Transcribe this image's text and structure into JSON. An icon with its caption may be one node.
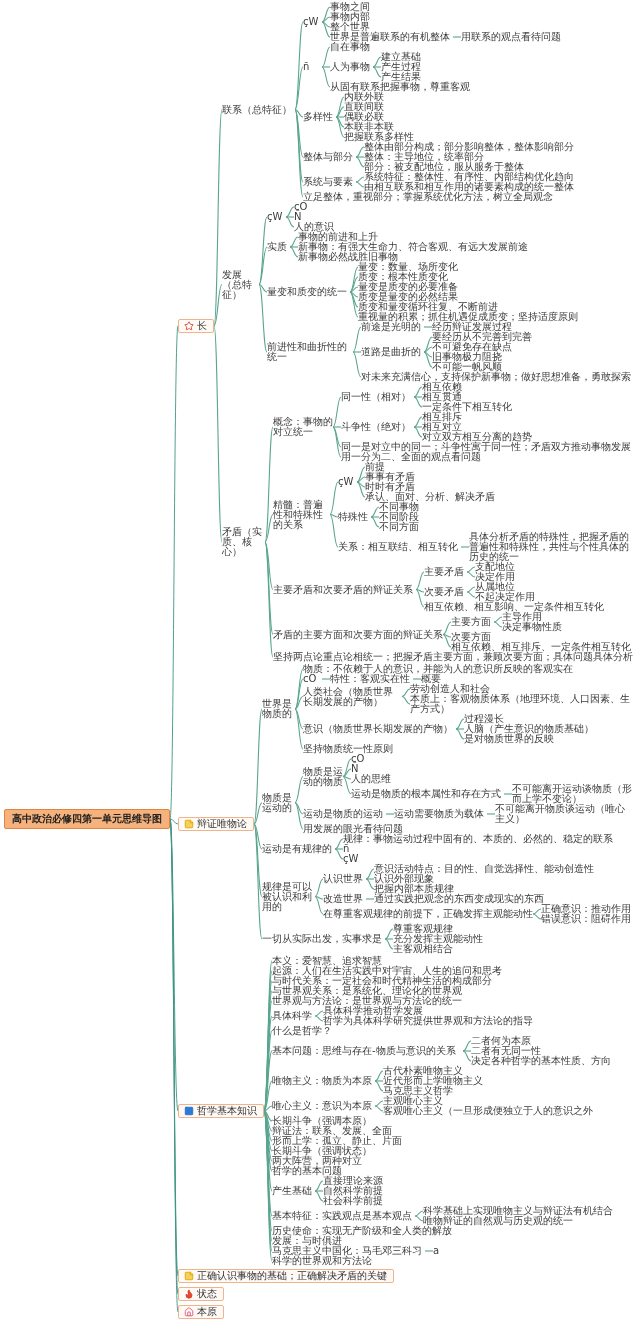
{
  "diagram": {
    "nodes": [
      {
        "text": [
          "高中政治必修四第一单元思维导图"
        ]
      },
      {
        "text": [
          "长"
        ]
      },
      {
        "text": [
          "联系（总特征）"
        ]
      },
      {
        "text": [
          "çW"
        ]
      },
      {
        "text": [
          "事物之间"
        ]
      },
      {
        "text": [
          "事物内部"
        ]
      },
      {
        "text": [
          "整个世界"
        ]
      },
      {
        "text": [
          "世界是普遍联系的有机整体"
        ]
      },
      {
        "text": [
          "用联系的观点看待问题"
        ]
      },
      {
        "text": [
          "ñ"
        ]
      },
      {
        "text": [
          "自在事物"
        ]
      },
      {
        "text": [
          "人为事物"
        ]
      },
      {
        "text": [
          "建立基础"
        ]
      },
      {
        "text": [
          "产生过程"
        ]
      },
      {
        "text": [
          "产生结果"
        ]
      },
      {
        "text": [
          "从固有联系把握事物，尊重客观"
        ]
      },
      {
        "text": [
          "多样性"
        ]
      },
      {
        "text": [
          "内联外联"
        ]
      },
      {
        "text": [
          "直联间联"
        ]
      },
      {
        "text": [
          "偶联必联"
        ]
      },
      {
        "text": [
          "本联非本联"
        ]
      },
      {
        "text": [
          "把握联系多样性"
        ]
      },
      {
        "text": [
          "整体与部分"
        ]
      },
      {
        "text": [
          "整体由部分构成；部分影响整体，整体影响部分"
        ]
      },
      {
        "text": [
          "整体：主导地位，统率部分"
        ]
      },
      {
        "text": [
          "部分：被支配地位，服从服务于整体"
        ]
      },
      {
        "text": [
          "系统与要素"
        ]
      },
      {
        "text": [
          "系统特征：整体性、有序性、内部结构优化趋向"
        ]
      },
      {
        "text": [
          "由相互联系和相互作用的诸要素构成的统一整体"
        ]
      },
      {
        "text": [
          "立足整体，重视部分；掌握系统优化方法，树立全局观念"
        ]
      },
      {
        "text": [
          "发展（总特征）"
        ]
      },
      {
        "text": [
          "çW"
        ]
      },
      {
        "text": [
          "cO"
        ]
      },
      {
        "text": [
          "Ñ"
        ]
      },
      {
        "text": [
          "人的意识"
        ]
      },
      {
        "text": [
          "实质"
        ]
      },
      {
        "text": [
          "事物的前进和上升"
        ]
      },
      {
        "text": [
          "新事物：有强大生命力、符合客观、有远大发展前途"
        ]
      },
      {
        "text": [
          "新事物必然战胜旧事物"
        ]
      },
      {
        "text": [
          "量变和质变的统一"
        ]
      },
      {
        "text": [
          "量变：数量、场所变化"
        ]
      },
      {
        "text": [
          "质变：根本性质变化"
        ]
      },
      {
        "text": [
          "量变是质变的必要准备"
        ]
      },
      {
        "text": [
          "质变是量变的必然结果"
        ]
      },
      {
        "text": [
          "质变和量变循环往复、不断前进"
        ]
      },
      {
        "text": [
          "重视量的积累；抓住机遇促成质变；坚持适度原则"
        ]
      },
      {
        "text": [
          "前进性和曲折性的统一"
        ]
      },
      {
        "text": [
          "前途是光明的"
        ]
      },
      {
        "text": [
          "经历辩证发展过程"
        ]
      },
      {
        "text": [
          "道路是曲折的"
        ]
      },
      {
        "text": [
          "要经历从不完善到完善"
        ]
      },
      {
        "text": [
          "不可避免存在缺点"
        ]
      },
      {
        "text": [
          "旧事物极力阻挠"
        ]
      },
      {
        "text": [
          "不可能一帆风顺"
        ]
      },
      {
        "text": [
          "对未来充满信心，支持保护新事物；做好思想准备，勇敢探索"
        ]
      },
      {
        "text": [
          "矛盾（实质、核心）"
        ]
      },
      {
        "text": [
          "概念：事物的对立统一"
        ]
      },
      {
        "text": [
          "同一性（相对）"
        ]
      },
      {
        "text": [
          "相互依赖"
        ]
      },
      {
        "text": [
          "相互贯通"
        ]
      },
      {
        "text": [
          "一定条件下相互转化"
        ]
      },
      {
        "text": [
          "斗争性（绝对）"
        ]
      },
      {
        "text": [
          "相互排斥"
        ]
      },
      {
        "text": [
          "相互对立"
        ]
      },
      {
        "text": [
          "对立双方相互分离的趋势"
        ]
      },
      {
        "text": [
          "同一是对立中的同一；斗争性寓于同一性；矛盾双方推动事物发展"
        ]
      },
      {
        "text": [
          "用一分为二、全面的观点看问题"
        ]
      },
      {
        "text": [
          "精髓：普遍性和特殊性的关系"
        ]
      },
      {
        "text": [
          "çW"
        ]
      },
      {
        "text": [
          "前提"
        ]
      },
      {
        "text": [
          "事事有矛盾"
        ]
      },
      {
        "text": [
          "时时有矛盾"
        ]
      },
      {
        "text": [
          "承认、面对、分析、解决矛盾"
        ]
      },
      {
        "text": [
          "特殊性"
        ]
      },
      {
        "text": [
          "不同事物"
        ]
      },
      {
        "text": [
          "不同阶段"
        ]
      },
      {
        "text": [
          "不同方面"
        ]
      },
      {
        "text": [
          "关系：相互联结、相互转化"
        ]
      },
      {
        "text": [
          "具体分析矛盾的特殊性，把握矛盾的普遍性和特殊性，共性与个性具体的历史的统一"
        ]
      },
      {
        "text": [
          "主要矛盾和次要矛盾的辩证关系"
        ]
      },
      {
        "text": [
          "主要矛盾"
        ]
      },
      {
        "text": [
          "支配地位"
        ]
      },
      {
        "text": [
          "决定作用"
        ]
      },
      {
        "text": [
          "次要矛盾"
        ]
      },
      {
        "text": [
          "从属地位"
        ]
      },
      {
        "text": [
          "不起决定作用"
        ]
      },
      {
        "text": [
          "相互依赖、相互影响、一定条件相互转化"
        ]
      },
      {
        "text": [
          "矛盾的主要方面和次要方面的辩证关系"
        ]
      },
      {
        "text": [
          "主要方面"
        ]
      },
      {
        "text": [
          "主导作用"
        ]
      },
      {
        "text": [
          "决定事物性质"
        ]
      },
      {
        "text": [
          "次要方面"
        ]
      },
      {
        "text": [
          "相互依赖、相互排斥、一定条件相互转化"
        ]
      },
      {
        "text": [
          "坚持两点论重点论相统一；把握矛盾主要方面，兼顾次要方面；具体问题具体分析"
        ]
      },
      {
        "text": [
          "辩证唯物论"
        ]
      },
      {
        "text": [
          "世界是物质的"
        ]
      },
      {
        "text": [
          "物质：不依赖于人的意识，并能为人的意识所反映的客观实在"
        ]
      },
      {
        "text": [
          "cO"
        ]
      },
      {
        "text": [
          "特性：客观实在性"
        ]
      },
      {
        "text": [
          "概要"
        ]
      },
      {
        "text": [
          "人类社会（物质世界长期发展的产物）"
        ]
      },
      {
        "text": [
          "劳动创造人和社会"
        ]
      },
      {
        "text": [
          "本质上：客观物质体系（地理环境、人口因素、生产方式）"
        ]
      },
      {
        "text": [
          "意识（物质世界长期发展的产物）"
        ]
      },
      {
        "text": [
          "过程漫长"
        ]
      },
      {
        "text": [
          "人脑（产生意识的物质基础）"
        ]
      },
      {
        "text": [
          "是对物质世界的反映"
        ]
      },
      {
        "text": [
          "坚持物质统一性原则"
        ]
      },
      {
        "text": [
          "物质是运动的"
        ]
      },
      {
        "text": [
          "物质是运动的物质"
        ]
      },
      {
        "text": [
          "cO"
        ]
      },
      {
        "text": [
          "Ñ"
        ]
      },
      {
        "text": [
          "人的思维"
        ]
      },
      {
        "text": [
          "运动是物质的根本属性和存在方式"
        ]
      },
      {
        "text": [
          "不可能离开运动谈物质（形而上学不变论）"
        ]
      },
      {
        "text": [
          "运动是物质的运动"
        ]
      },
      {
        "text": [
          "运动需要物质为载体"
        ]
      },
      {
        "text": [
          "不可能离开物质谈运动（唯心主义）"
        ]
      },
      {
        "text": [
          "用发展的眼光看待问题"
        ]
      },
      {
        "text": [
          "运动是有规律的"
        ]
      },
      {
        "text": [
          "规律：事物运动过程中固有的、本质的、必然的、稳定的联系"
        ]
      },
      {
        "text": [
          "ñ"
        ]
      },
      {
        "text": [
          "çW"
        ]
      },
      {
        "text": [
          "规律是可以被认识和利用的"
        ]
      },
      {
        "text": [
          "认识世界"
        ]
      },
      {
        "text": [
          "意识活动特点：目的性、自觉选择性、能动创造性"
        ]
      },
      {
        "text": [
          "认识外部现象"
        ]
      },
      {
        "text": [
          "把握内部本质规律"
        ]
      },
      {
        "text": [
          "改造世界"
        ]
      },
      {
        "text": [
          "通过实践把观念的东西变成现实的东西"
        ]
      },
      {
        "text": [
          "在尊重客观规律的前提下，正确发挥主观能动性"
        ]
      },
      {
        "text": [
          "正确意识：推动作用"
        ]
      },
      {
        "text": [
          "错误意识：阻碍作用"
        ]
      },
      {
        "text": [
          "一切从实际出发，实事求是"
        ]
      },
      {
        "text": [
          "尊重客观规律"
        ]
      },
      {
        "text": [
          "充分发挥主观能动性"
        ]
      },
      {
        "text": [
          "主客观相结合"
        ]
      },
      {
        "text": [
          "哲学基本知识"
        ]
      },
      {
        "text": [
          "本义：爱智慧、追求智慧"
        ]
      },
      {
        "text": [
          "起源：人们在生活实践中对宇宙、人生的追问和思考"
        ]
      },
      {
        "text": [
          "与时代关系：一定社会和时代精神生活的构成部分"
        ]
      },
      {
        "text": [
          "与世界观关系：是系统化、理论化的世界观"
        ]
      },
      {
        "text": [
          "世界观与方法论：是世界观与方法论的统一"
        ]
      },
      {
        "text": [
          "具体科学"
        ]
      },
      {
        "text": [
          "具体科学推动哲学发展"
        ]
      },
      {
        "text": [
          "哲学为具体科学研究提供世界观和方法论的指导"
        ]
      },
      {
        "text": [
          "什么是哲学？"
        ]
      },
      {
        "text": [
          "基本问题：思维与存在-物质与意识的关系"
        ]
      },
      {
        "text": [
          "二者何为本原"
        ]
      },
      {
        "text": [
          "二者有无同一性"
        ]
      },
      {
        "text": [
          "决定各种哲学的基本性质、方向"
        ]
      },
      {
        "text": [
          "唯物主义：物质为本原"
        ]
      },
      {
        "text": [
          "古代朴素唯物主义"
        ]
      },
      {
        "text": [
          "近代形而上学唯物主义"
        ]
      },
      {
        "text": [
          "马克思主义哲学"
        ]
      },
      {
        "text": [
          "唯心主义：意识为本原"
        ]
      },
      {
        "text": [
          "主观唯心主义"
        ]
      },
      {
        "text": [
          "客观唯心主义（一旦形成便独立于人的意识之外"
        ]
      },
      {
        "text": [
          "长期斗争（强调本原）"
        ]
      },
      {
        "text": [
          "辩证法：联系、发展、全面"
        ]
      },
      {
        "text": [
          "形而上学：孤立、静止、片面"
        ]
      },
      {
        "text": [
          "长期斗争（强调状态）"
        ]
      },
      {
        "text": [
          "两大阵营，两种对立"
        ]
      },
      {
        "text": [
          "哲学的基本问题"
        ]
      },
      {
        "text": [
          "产生基础"
        ]
      },
      {
        "text": [
          "直接理论来源"
        ]
      },
      {
        "text": [
          "自然科学前提"
        ]
      },
      {
        "text": [
          "社会科学前提"
        ]
      },
      {
        "text": [
          "基本特征：实践观点是基本观点"
        ]
      },
      {
        "text": [
          "科学基础上实现唯物主义与辩证法有机结合"
        ]
      },
      {
        "text": [
          "唯物辩证的自然观与历史观的统一"
        ]
      },
      {
        "text": [
          "历史使命：实现无产阶级和全人类的解放"
        ]
      },
      {
        "text": [
          "发展：与时俱进"
        ]
      },
      {
        "text": [
          "马克思主义中国化：马毛邓三科习"
        ]
      },
      {
        "text": [
          "a"
        ]
      },
      {
        "text": [
          "科学的世界观和方法论"
        ]
      },
      {
        "text": [
          "正确认识事物的基础；正确解决矛盾的关键"
        ]
      },
      {
        "text": [
          "状态"
        ]
      },
      {
        "text": [
          "本原"
        ]
      }
    ],
    "edges": [
      {
        "from": 0,
        "to": 1,
        "arrow": "none"
      },
      {
        "from": 0,
        "to": 94,
        "arrow": "none"
      },
      {
        "from": 0,
        "to": 137,
        "arrow": "none"
      },
      {
        "from": 0,
        "to": 176,
        "arrow": "none"
      },
      {
        "from": 0,
        "to": 177,
        "arrow": "none"
      },
      {
        "from": 0,
        "to": 178,
        "arrow": "none"
      },
      {
        "from": 1,
        "to": 2,
        "arrow": "none"
      },
      {
        "from": 1,
        "to": 30,
        "arrow": "none"
      },
      {
        "from": 1,
        "to": 55,
        "arrow": "none"
      },
      {
        "from": 2,
        "to": 3,
        "arrow": "none"
      },
      {
        "from": 2,
        "to": 9,
        "arrow": "none"
      },
      {
        "from": 2,
        "to": 16,
        "arrow": "none"
      },
      {
        "from": 2,
        "to": 22,
        "arrow": "none"
      },
      {
        "from": 2,
        "to": 26,
        "arrow": "none"
      },
      {
        "from": 2,
        "to": 29,
        "arrow": "none"
      },
      {
        "from": 3,
        "to": 4,
        "arrow": "none"
      },
      {
        "from": 3,
        "to": 5,
        "arrow": "none"
      },
      {
        "from": 3,
        "to": 6,
        "arrow": "none"
      },
      {
        "from": 3,
        "to": 7,
        "arrow": "none"
      },
      {
        "from": 7,
        "to": 8,
        "arrow": "none"
      },
      {
        "from": 9,
        "to": 10,
        "arrow": "none"
      },
      {
        "from": 9,
        "to": 11,
        "arrow": "none"
      },
      {
        "from": 9,
        "to": 15,
        "arrow": "none"
      },
      {
        "from": 11,
        "to": 12,
        "arrow": "none"
      },
      {
        "from": 11,
        "to": 13,
        "arrow": "none"
      },
      {
        "from": 11,
        "to": 14,
        "arrow": "none"
      },
      {
        "from": 16,
        "to": 17,
        "arrow": "none"
      },
      {
        "from": 16,
        "to": 18,
        "arrow": "none"
      },
      {
        "from": 16,
        "to": 19,
        "arrow": "none"
      },
      {
        "from": 16,
        "to": 20,
        "arrow": "none"
      },
      {
        "from": 16,
        "to": 21,
        "arrow": "none"
      },
      {
        "from": 22,
        "to": 23,
        "arrow": "none"
      },
      {
        "from": 22,
        "to": 24,
        "arrow": "none"
      },
      {
        "from": 22,
        "to": 25,
        "arrow": "none"
      },
      {
        "from": 26,
        "to": 27,
        "arrow": "none"
      },
      {
        "from": 26,
        "to": 28,
        "arrow": "none"
      },
      {
        "from": 30,
        "to": 31,
        "arrow": "none"
      },
      {
        "from": 30,
        "to": 35,
        "arrow": "none"
      },
      {
        "from": 30,
        "to": 39,
        "arrow": "none"
      },
      {
        "from": 30,
        "to": 46,
        "arrow": "none"
      },
      {
        "from": 31,
        "to": 32,
        "arrow": "none"
      },
      {
        "from": 31,
        "to": 33,
        "arrow": "none"
      },
      {
        "from": 31,
        "to": 34,
        "arrow": "none"
      },
      {
        "from": 35,
        "to": 36,
        "arrow": "none"
      },
      {
        "from": 35,
        "to": 37,
        "arrow": "none"
      },
      {
        "from": 35,
        "to": 38,
        "arrow": "none"
      },
      {
        "from": 39,
        "to": 40,
        "arrow": "none"
      },
      {
        "from": 39,
        "to": 41,
        "arrow": "none"
      },
      {
        "from": 39,
        "to": 42,
        "arrow": "none"
      },
      {
        "from": 39,
        "to": 43,
        "arrow": "none"
      },
      {
        "from": 39,
        "to": 44,
        "arrow": "none"
      },
      {
        "from": 39,
        "to": 45,
        "arrow": "none"
      },
      {
        "from": 46,
        "to": 47,
        "arrow": "none"
      },
      {
        "from": 46,
        "to": 49,
        "arrow": "none"
      },
      {
        "from": 46,
        "to": 54,
        "arrow": "none"
      },
      {
        "from": 47,
        "to": 48,
        "arrow": "none"
      },
      {
        "from": 49,
        "to": 50,
        "arrow": "none"
      },
      {
        "from": 49,
        "to": 51,
        "arrow": "none"
      },
      {
        "from": 49,
        "to": 52,
        "arrow": "none"
      },
      {
        "from": 49,
        "to": 53,
        "arrow": "none"
      },
      {
        "from": 55,
        "to": 56,
        "arrow": "none"
      },
      {
        "from": 55,
        "to": 67,
        "arrow": "none"
      },
      {
        "from": 55,
        "to": 79,
        "arrow": "none"
      },
      {
        "from": 55,
        "to": 87,
        "arrow": "none"
      },
      {
        "from": 55,
        "to": 93,
        "arrow": "none"
      },
      {
        "from": 56,
        "to": 57,
        "arrow": "none"
      },
      {
        "from": 56,
        "to": 61,
        "arrow": "none"
      },
      {
        "from": 56,
        "to": 65,
        "arrow": "none"
      },
      {
        "from": 56,
        "to": 66,
        "arrow": "none"
      },
      {
        "from": 57,
        "to": 58,
        "arrow": "none"
      },
      {
        "from": 57,
        "to": 59,
        "arrow": "none"
      },
      {
        "from": 57,
        "to": 60,
        "arrow": "none"
      },
      {
        "from": 61,
        "to": 62,
        "arrow": "none"
      },
      {
        "from": 61,
        "to": 63,
        "arrow": "none"
      },
      {
        "from": 61,
        "to": 64,
        "arrow": "none"
      },
      {
        "from": 67,
        "to": 68,
        "arrow": "none"
      },
      {
        "from": 67,
        "to": 73,
        "arrow": "none"
      },
      {
        "from": 67,
        "to": 77,
        "arrow": "none"
      },
      {
        "from": 68,
        "to": 69,
        "arrow": "none"
      },
      {
        "from": 68,
        "to": 70,
        "arrow": "none"
      },
      {
        "from": 68,
        "to": 71,
        "arrow": "none"
      },
      {
        "from": 68,
        "to": 72,
        "arrow": "none"
      },
      {
        "from": 73,
        "to": 74,
        "arrow": "none"
      },
      {
        "from": 73,
        "to": 75,
        "arrow": "none"
      },
      {
        "from": 73,
        "to": 76,
        "arrow": "none"
      },
      {
        "from": 77,
        "to": 78,
        "arrow": "none"
      },
      {
        "from": 79,
        "to": 80,
        "arrow": "none"
      },
      {
        "from": 79,
        "to": 83,
        "arrow": "none"
      },
      {
        "from": 79,
        "to": 86,
        "arrow": "none"
      },
      {
        "from": 80,
        "to": 81,
        "arrow": "none"
      },
      {
        "from": 80,
        "to": 82,
        "arrow": "none"
      },
      {
        "from": 83,
        "to": 84,
        "arrow": "none"
      },
      {
        "from": 83,
        "to": 85,
        "arrow": "none"
      },
      {
        "from": 87,
        "to": 88,
        "arrow": "none"
      },
      {
        "from": 87,
        "to": 91,
        "arrow": "none"
      },
      {
        "from": 87,
        "to": 92,
        "arrow": "none"
      },
      {
        "from": 88,
        "to": 89,
        "arrow": "none"
      },
      {
        "from": 88,
        "to": 90,
        "arrow": "none"
      },
      {
        "from": 94,
        "to": 95,
        "arrow": "none"
      },
      {
        "from": 94,
        "to": 108,
        "arrow": "none"
      },
      {
        "from": 94,
        "to": 119,
        "arrow": "none"
      },
      {
        "from": 94,
        "to": 123,
        "arrow": "none"
      },
      {
        "from": 94,
        "to": 133,
        "arrow": "none"
      },
      {
        "from": 95,
        "to": 96,
        "arrow": "none"
      },
      {
        "from": 95,
        "to": 97,
        "arrow": "none"
      },
      {
        "from": 95,
        "to": 100,
        "arrow": "none"
      },
      {
        "from": 95,
        "to": 103,
        "arrow": "none"
      },
      {
        "from": 95,
        "to": 107,
        "arrow": "none"
      },
      {
        "from": 97,
        "to": 98,
        "arrow": "none"
      },
      {
        "from": 98,
        "to": 99,
        "arrow": "none"
      },
      {
        "from": 100,
        "to": 101,
        "arrow": "none"
      },
      {
        "from": 100,
        "to": 102,
        "arrow": "none"
      },
      {
        "from": 103,
        "to": 104,
        "arrow": "none"
      },
      {
        "from": 103,
        "to": 105,
        "arrow": "none"
      },
      {
        "from": 103,
        "to": 106,
        "arrow": "none"
      },
      {
        "from": 108,
        "to": 109,
        "arrow": "none"
      },
      {
        "from": 108,
        "to": 115,
        "arrow": "none"
      },
      {
        "from": 108,
        "to": 118,
        "arrow": "none"
      },
      {
        "from": 109,
        "to": 110,
        "arrow": "none"
      },
      {
        "from": 109,
        "to": 111,
        "arrow": "none"
      },
      {
        "from": 109,
        "to": 112,
        "arrow": "none"
      },
      {
        "from": 109,
        "to": 113,
        "arrow": "none"
      },
      {
        "from": 113,
        "to": 114,
        "arrow": "none"
      },
      {
        "from": 115,
        "to": 116,
        "arrow": "none"
      },
      {
        "from": 116,
        "to": 117,
        "arrow": "none"
      },
      {
        "from": 119,
        "to": 120,
        "arrow": "none"
      },
      {
        "from": 119,
        "to": 121,
        "arrow": "none"
      },
      {
        "from": 119,
        "to": 122,
        "arrow": "none"
      },
      {
        "from": 123,
        "to": 124,
        "arrow": "none"
      },
      {
        "from": 123,
        "to": 128,
        "arrow": "none"
      },
      {
        "from": 123,
        "to": 130,
        "arrow": "none"
      },
      {
        "from": 124,
        "to": 125,
        "arrow": "none"
      },
      {
        "from": 124,
        "to": 126,
        "arrow": "none"
      },
      {
        "from": 124,
        "to": 127,
        "arrow": "none"
      },
      {
        "from": 128,
        "to": 129,
        "arrow": "none"
      },
      {
        "from": 130,
        "to": 131,
        "arrow": "none"
      },
      {
        "from": 130,
        "to": 132,
        "arrow": "none"
      },
      {
        "from": 133,
        "to": 134,
        "arrow": "none"
      },
      {
        "from": 133,
        "to": 135,
        "arrow": "none"
      },
      {
        "from": 133,
        "to": 136,
        "arrow": "none"
      },
      {
        "from": 137,
        "to": 138,
        "arrow": "none"
      },
      {
        "from": 137,
        "to": 139,
        "arrow": "none"
      },
      {
        "from": 137,
        "to": 140,
        "arrow": "none"
      },
      {
        "from": 137,
        "to": 141,
        "arrow": "none"
      },
      {
        "from": 137,
        "to": 142,
        "arrow": "none"
      },
      {
        "from": 137,
        "to": 143,
        "arrow": "none"
      },
      {
        "from": 137,
        "to": 146,
        "arrow": "none"
      },
      {
        "from": 137,
        "to": 147,
        "arrow": "none"
      },
      {
        "from": 137,
        "to": 151,
        "arrow": "none"
      },
      {
        "from": 137,
        "to": 155,
        "arrow": "none"
      },
      {
        "from": 137,
        "to": 158,
        "arrow": "none"
      },
      {
        "from": 137,
        "to": 159,
        "arrow": "none"
      },
      {
        "from": 137,
        "to": 160,
        "arrow": "none"
      },
      {
        "from": 137,
        "to": 161,
        "arrow": "none"
      },
      {
        "from": 137,
        "to": 162,
        "arrow": "none"
      },
      {
        "from": 137,
        "to": 163,
        "arrow": "none"
      },
      {
        "from": 137,
        "to": 164,
        "arrow": "none"
      },
      {
        "from": 137,
        "to": 168,
        "arrow": "none"
      },
      {
        "from": 137,
        "to": 171,
        "arrow": "none"
      },
      {
        "from": 137,
        "to": 172,
        "arrow": "none"
      },
      {
        "from": 137,
        "to": 173,
        "arrow": "none"
      },
      {
        "from": 137,
        "to": 175,
        "arrow": "none"
      },
      {
        "from": 143,
        "to": 144,
        "arrow": "none"
      },
      {
        "from": 143,
        "to": 145,
        "arrow": "none"
      },
      {
        "from": 147,
        "to": 148,
        "arrow": "none"
      },
      {
        "from": 147,
        "to": 149,
        "arrow": "none"
      },
      {
        "from": 147,
        "to": 150,
        "arrow": "none"
      },
      {
        "from": 151,
        "to": 152,
        "arrow": "none"
      },
      {
        "from": 151,
        "to": 153,
        "arrow": "none"
      },
      {
        "from": 151,
        "to": 154,
        "arrow": "none"
      },
      {
        "from": 155,
        "to": 156,
        "arrow": "none"
      },
      {
        "from": 155,
        "to": 157,
        "arrow": "none"
      },
      {
        "from": 164,
        "to": 165,
        "arrow": "none"
      },
      {
        "from": 164,
        "to": 166,
        "arrow": "none"
      },
      {
        "from": 164,
        "to": 167,
        "arrow": "none"
      },
      {
        "from": 168,
        "to": 169,
        "arrow": "none"
      },
      {
        "from": 168,
        "to": 170,
        "arrow": "none"
      },
      {
        "from": 173,
        "to": 174,
        "arrow": "none"
      }
    ]
  }
}
